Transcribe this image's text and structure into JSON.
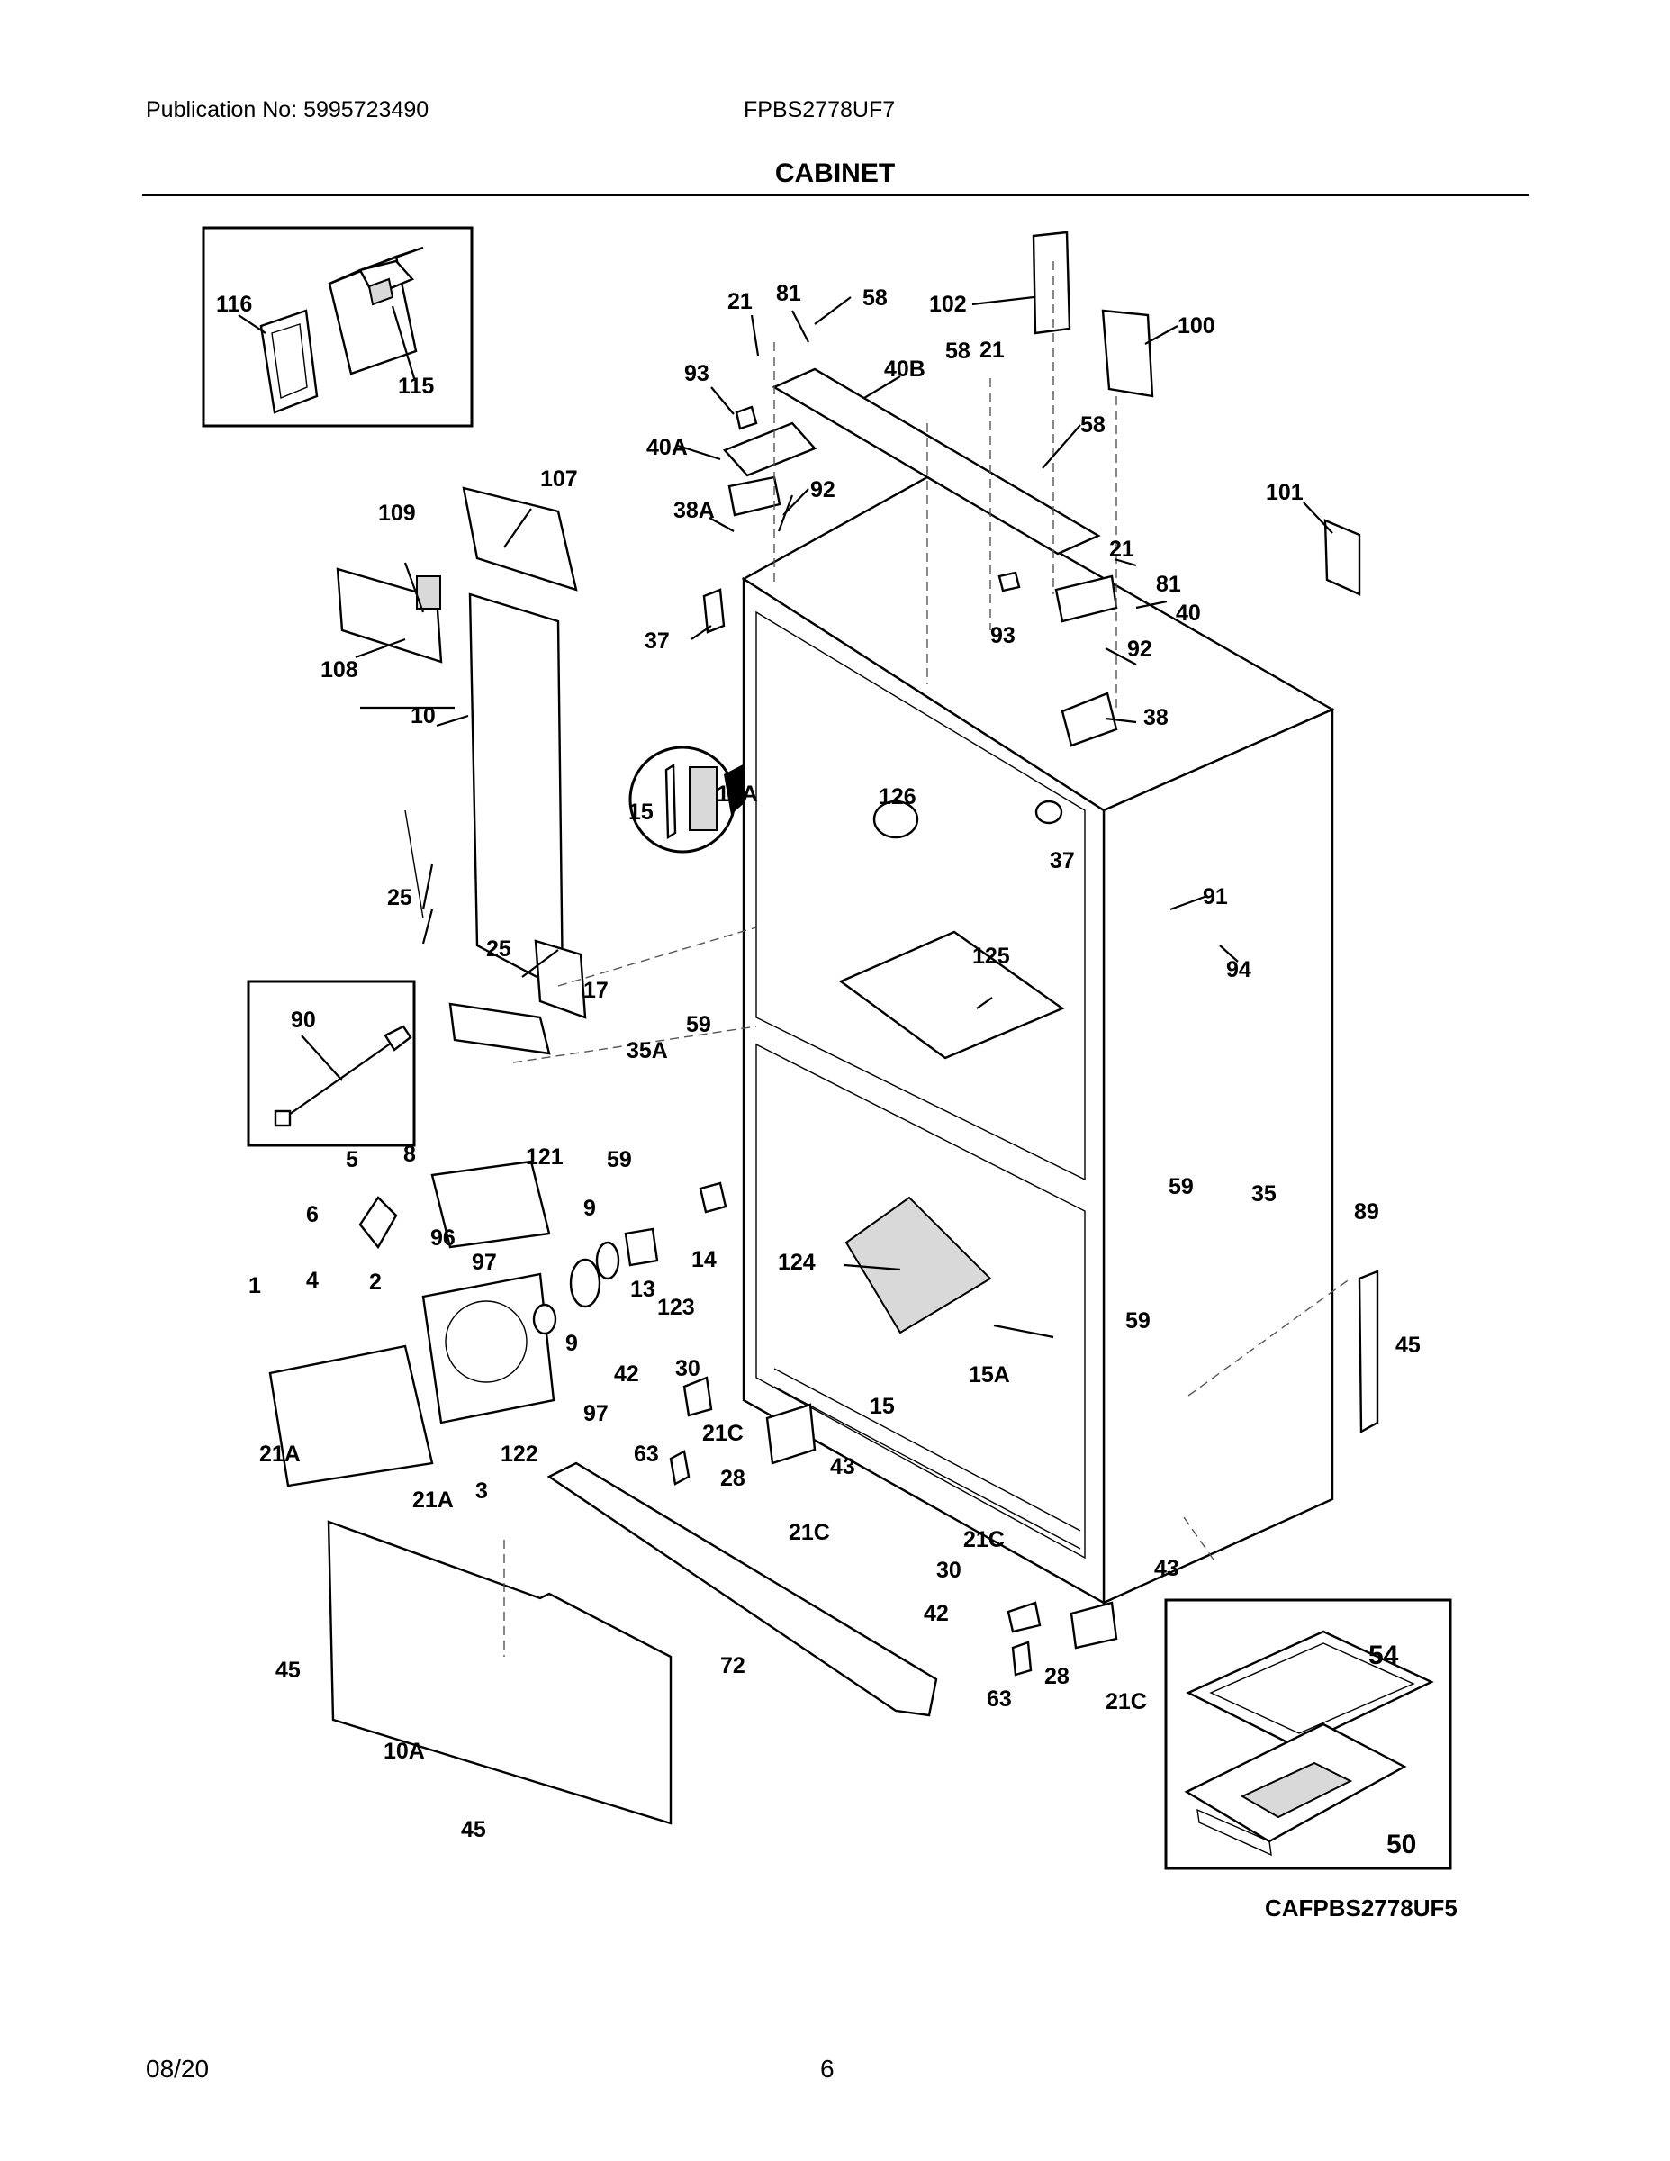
{
  "header": {
    "publication": "Publication No: 5995723490",
    "model": "FPBS2778UF7",
    "title": "CABINET"
  },
  "footer": {
    "date": "08/20",
    "page": "6"
  },
  "diagram": {
    "code": "CAFPBS2778UF5",
    "labels": {
      "l116": "116",
      "l115": "115",
      "l21a": "21",
      "l81a": "81",
      "l58a": "58",
      "l102": "102",
      "l100": "100",
      "l93a": "93",
      "l40b": "40B",
      "l58b": "58",
      "l21b": "21",
      "l40a": "40A",
      "l58c": "58",
      "l92a": "92",
      "l38a": "38A",
      "l107": "107",
      "l109": "109",
      "l101": "101",
      "l21c": "21",
      "l81b": "81",
      "l40": "40",
      "l37a": "37",
      "l93b": "93",
      "l92b": "92",
      "l38": "38",
      "l108": "108",
      "l10": "10",
      "l126": "126",
      "l15a_a": "15A",
      "l15_a": "15",
      "l37b": "37",
      "l91": "91",
      "l94": "94",
      "l25a": "25",
      "l25b": "25",
      "l17": "17",
      "l125": "125",
      "l90": "90",
      "l59a": "59",
      "l35a": "35A",
      "l59b": "59",
      "l59c": "59",
      "l35": "35",
      "l5": "5",
      "l8": "8",
      "l121": "121",
      "l6": "6",
      "l9a": "9",
      "l96": "96",
      "l14": "14",
      "l89": "89",
      "l97a": "97",
      "l124": "124",
      "l1": "1",
      "l4": "4",
      "l2": "2",
      "l13": "13",
      "l123": "123",
      "l59d": "59",
      "l9b": "9",
      "l45a": "45",
      "l30a": "30",
      "l42a": "42",
      "l15a_b": "15A",
      "l15_b": "15",
      "l97b": "97",
      "l21c_a": "21C",
      "l21a_a": "21A",
      "l122": "122",
      "l63a": "63",
      "l28a": "28",
      "l43a": "43",
      "l21a_b": "21A",
      "l3": "3",
      "l21c_b": "21C",
      "l21c_c": "21C",
      "l30b": "30",
      "l43b": "43",
      "l54": "54",
      "l42b": "42",
      "l45b": "45",
      "l72": "72",
      "l28b": "28",
      "l63b": "63",
      "l21c_d": "21C",
      "l10a": "10A",
      "l50": "50",
      "l45c": "45"
    }
  }
}
